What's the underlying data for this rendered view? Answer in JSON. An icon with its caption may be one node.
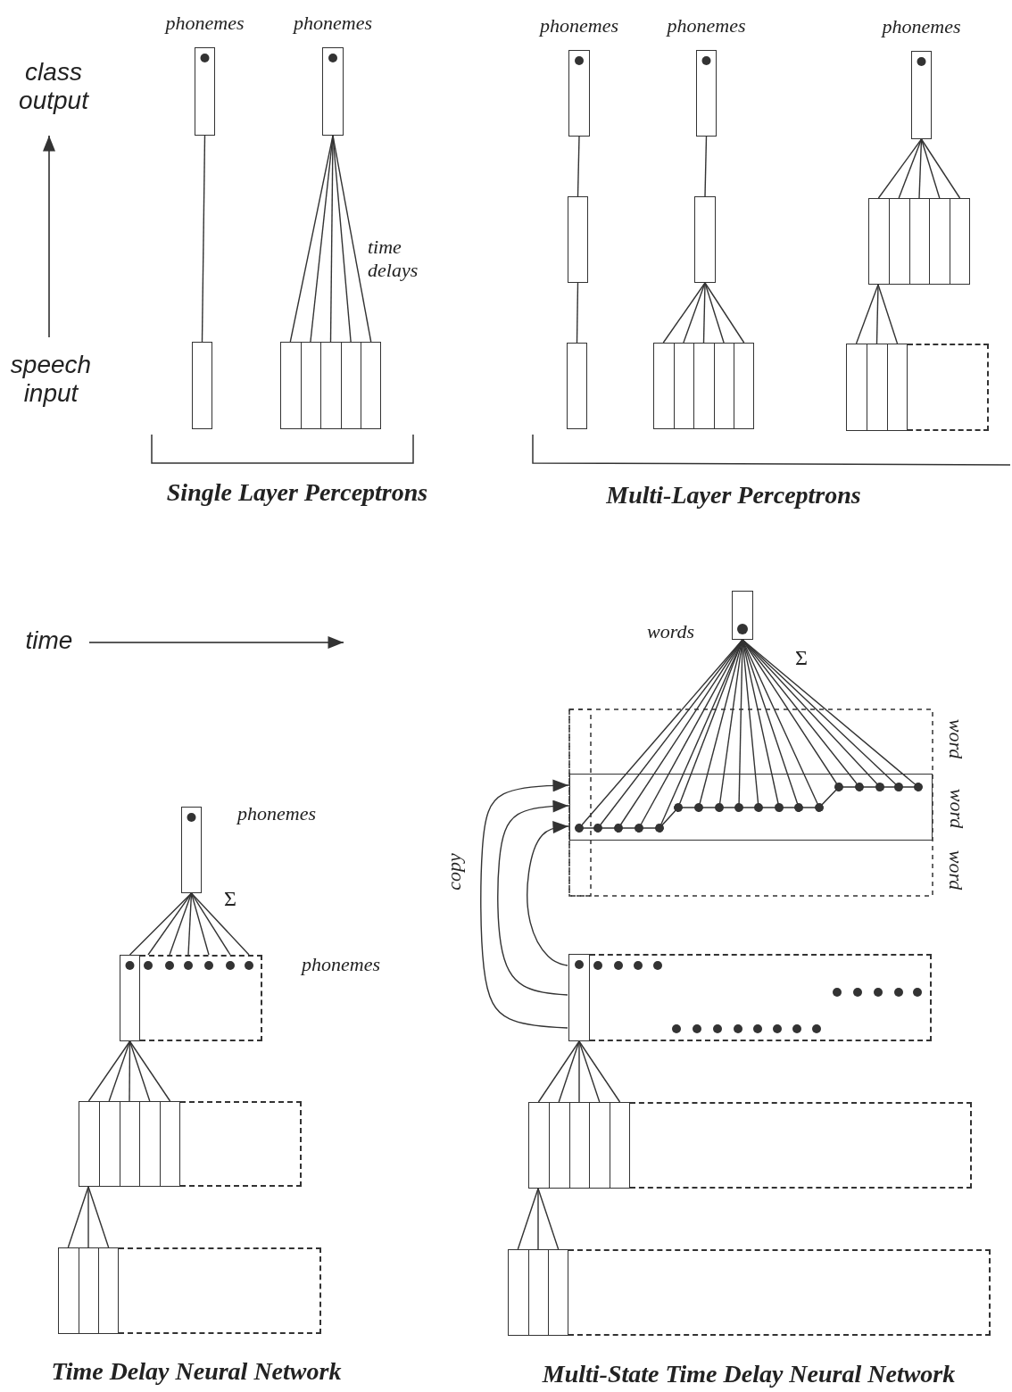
{
  "diagram": {
    "nodes": [
      {
        "text": [
          "phonemes"
        ]
      },
      {
        "text": [],
        "shape": "box"
      },
      {
        "text": [
          "phonemes"
        ]
      },
      {
        "text": [],
        "shape": "box"
      },
      {
        "text": [
          "phonemes"
        ]
      },
      {
        "text": [],
        "shape": "box"
      },
      {
        "text": [],
        "shape": "box"
      },
      {
        "text": [
          "phonemes"
        ]
      },
      {
        "text": [],
        "shape": "box"
      },
      {
        "text": [],
        "shape": "box"
      },
      {
        "text": [
          "phonemes"
        ]
      },
      {
        "text": [],
        "shape": "box"
      },
      {
        "text": [],
        "shape": "box"
      },
      {
        "text": [
          "phonemes"
        ]
      },
      {
        "text": [],
        "shape": "box"
      },
      {
        "text": [
          "phonemes"
        ]
      },
      {
        "text": [],
        "shape": "box"
      },
      {
        "text": [],
        "shape": "box"
      },
      {
        "text": [
          "words"
        ]
      },
      {
        "text": [],
        "shape": "box",
        "beside": [
          "word"
        ]
      },
      {
        "text": [],
        "shape": "box"
      },
      {
        "text": [],
        "shape": "box"
      },
      {
        "text": [],
        "shape": "box"
      },
      {
        "text": [],
        "shape": "box"
      },
      {
        "text": [],
        "shape": "box"
      },
      {
        "text": [],
        "shape": "box"
      },
      {
        "text": [],
        "shape": "box"
      },
      {
        "text": [],
        "shape": "box"
      },
      {
        "text": [],
        "shape": "box"
      }
    ],
    "edges": [
      {
        "from": 0,
        "to": 1,
        "arrow": "none"
      },
      {
        "from": 2,
        "to": 3,
        "arrow": "none"
      },
      {
        "from": 2,
        "to": 3,
        "arrow": "none"
      },
      {
        "from": 2,
        "to": 3,
        "arrow": "none"
      },
      {
        "from": 2,
        "to": 3,
        "arrow": "none"
      },
      {
        "from": 2,
        "to": 3,
        "arrow": "none"
      },
      {
        "from": 4,
        "to": 5,
        "arrow": "none"
      },
      {
        "from": 5,
        "to": 6,
        "arrow": "none"
      },
      {
        "from": 7,
        "to": 8,
        "arrow": "none"
      },
      {
        "from": 8,
        "to": 9,
        "arrow": "none"
      },
      {
        "from": 8,
        "to": 9,
        "arrow": "none"
      },
      {
        "from": 8,
        "to": 9,
        "arrow": "none"
      },
      {
        "from": 8,
        "to": 9,
        "arrow": "none"
      },
      {
        "from": 8,
        "to": 9,
        "arrow": "none"
      },
      {
        "from": 10,
        "to": 11,
        "arrow": "none"
      },
      {
        "from": 10,
        "to": 11,
        "arrow": "none"
      },
      {
        "from": 10,
        "to": 11,
        "arrow": "none"
      },
      {
        "from": 10,
        "to": 11,
        "arrow": "none"
      },
      {
        "from": 10,
        "to": 11,
        "arrow": "none"
      },
      {
        "from": 11,
        "to": 12,
        "arrow": "none"
      },
      {
        "from": 11,
        "to": 12,
        "arrow": "none"
      },
      {
        "from": 11,
        "to": 12,
        "arrow": "none"
      },
      {
        "from": 13,
        "to": 14,
        "arrow": "none"
      },
      {
        "from": 13,
        "to": 15,
        "arrow": "none"
      },
      {
        "from": 13,
        "to": 15,
        "arrow": "none"
      },
      {
        "from": 13,
        "to": 15,
        "arrow": "none"
      },
      {
        "from": 13,
        "to": 15,
        "arrow": "none"
      },
      {
        "from": 13,
        "to": 15,
        "arrow": "none"
      },
      {
        "from": 13,
        "to": 15,
        "arrow": "none"
      },
      {
        "from": 14,
        "to": 16,
        "arrow": "none"
      },
      {
        "from": 14,
        "to": 16,
        "arrow": "none"
      },
      {
        "from": 14,
        "to": 16,
        "arrow": "none"
      },
      {
        "from": 14,
        "to": 16,
        "arrow": "none"
      },
      {
        "from": 14,
        "to": 16,
        "arrow": "none"
      },
      {
        "from": 16,
        "to": 17,
        "arrow": "none"
      },
      {
        "from": 16,
        "to": 17,
        "arrow": "none"
      },
      {
        "from": 16,
        "to": 17,
        "arrow": "none"
      },
      {
        "from": 18,
        "to": 19,
        "arrow": "other"
      },
      {
        "from": 18,
        "to": 19,
        "arrow": "other"
      },
      {
        "from": 18,
        "to": 19,
        "arrow": "other"
      },
      {
        "from": 18,
        "to": 19,
        "arrow": "other"
      },
      {
        "from": 18,
        "to": 19,
        "arrow": "other"
      },
      {
        "from": 18,
        "to": 19,
        "arrow": "other"
      },
      {
        "from": 18,
        "to": 19,
        "arrow": "other"
      },
      {
        "from": 18,
        "to": 19,
        "arrow": "other"
      },
      {
        "from": 18,
        "to": 19,
        "arrow": "other"
      },
      {
        "from": 18,
        "to": 19,
        "arrow": "other"
      },
      {
        "from": 18,
        "to": 19,
        "arrow": "other"
      },
      {
        "from": 18,
        "to": 19,
        "arrow": "other"
      },
      {
        "from": 18,
        "to": 19,
        "arrow": "other"
      },
      {
        "from": 18,
        "to": 19,
        "arrow": "other"
      },
      {
        "from": 18,
        "to": 19,
        "arrow": "other"
      },
      {
        "from": 18,
        "to": 19,
        "arrow": "other"
      },
      {
        "from": 18,
        "to": 19,
        "arrow": "other"
      },
      {
        "from": 18,
        "to": 19,
        "arrow": "other"
      },
      {
        "from": 20,
        "to": 19,
        "arrow": "to"
      },
      {
        "from": 20,
        "to": 19,
        "arrow": "to"
      },
      {
        "from": 20,
        "to": 19,
        "arrow": "to"
      },
      {
        "from": 20,
        "to": 21,
        "arrow": "none"
      },
      {
        "from": 20,
        "to": 21,
        "arrow": "none"
      },
      {
        "from": 20,
        "to": 21,
        "arrow": "none"
      },
      {
        "from": 20,
        "to": 21,
        "arrow": "none"
      },
      {
        "from": 20,
        "to": 21,
        "arrow": "none"
      },
      {
        "from": 21,
        "to": 22,
        "arrow": "none"
      },
      {
        "from": 21,
        "to": 22,
        "arrow": "none"
      },
      {
        "from": 21,
        "to": 22,
        "arrow": "none"
      }
    ],
    "labels": [
      "class output",
      "time delays",
      "speech input",
      "Single Layer Perceptrons",
      "Multi-Layer Perceptrons",
      "time",
      "Σ",
      "word",
      "copy",
      "word",
      "Σ",
      "Time Delay Neural Network",
      "Multi-State Time Delay Neural Network"
    ]
  }
}
